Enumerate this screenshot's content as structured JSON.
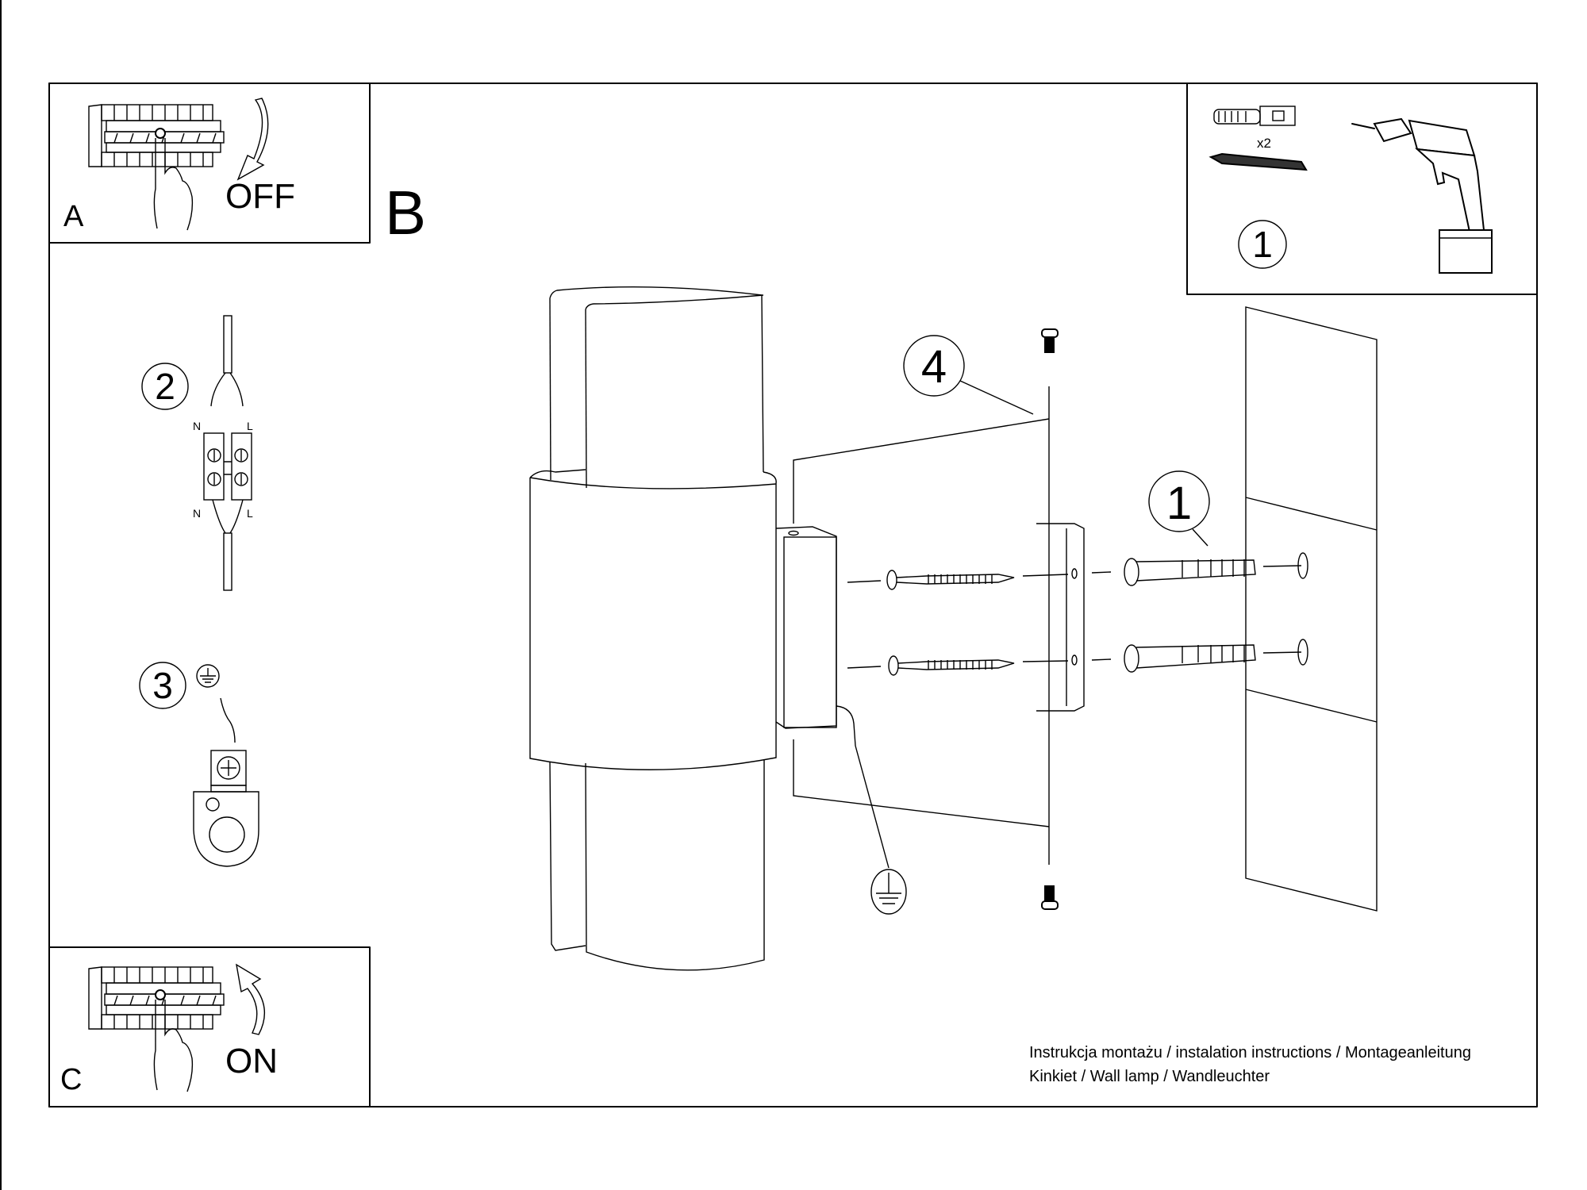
{
  "panels": {
    "a": {
      "letter": "A",
      "action": "OFF",
      "icon": "breaker-switch-off"
    },
    "b": {
      "letter": "B"
    },
    "c": {
      "letter": "C",
      "action": "ON",
      "icon": "breaker-switch-on"
    }
  },
  "steps": {
    "step1_box": {
      "number": "1",
      "quantity": "x2"
    },
    "step1_callout": {
      "number": "1"
    },
    "step2": {
      "number": "2",
      "wire_labels": {
        "top_left": "N",
        "top_right": "L",
        "bottom_left": "N",
        "bottom_right": "L"
      }
    },
    "step3": {
      "number": "3"
    },
    "step4": {
      "number": "4"
    }
  },
  "footer": {
    "line1": "Instrukcja montażu / instalation instructions / Montageanleitung",
    "line2": "Kinkiet / Wall lamp / Wandleuchter"
  }
}
